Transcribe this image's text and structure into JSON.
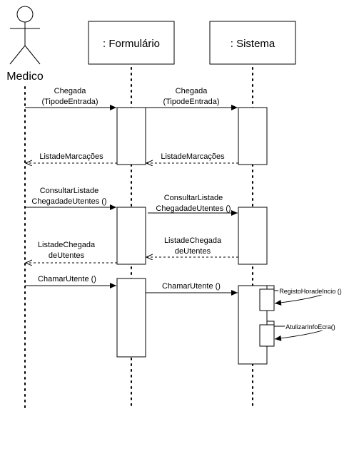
{
  "participants": {
    "actor": "Medico",
    "form": ": Formulário",
    "system": ": Sistema"
  },
  "messages": {
    "m1_l1": "Chegada",
    "m1_l2": "(TipodeEntrada)",
    "m2_l1": "Chegada",
    "m2_l2": "(TipodeEntrada)",
    "r1": "ListadeMarcações",
    "r2": "ListadeMarcações",
    "m3_l1": "ConsultarListade",
    "m3_l2": "ChegadadeUtentes ()",
    "m4_l1": "ConsultarListade",
    "m4_l2": "ChegadadeUtentes ()",
    "r3_l1": "ListadeChegada",
    "r3_l2": "deUtentes",
    "r4_l1": "ListadeChegada",
    "r4_l2": "deUtentes",
    "m5": "ChamarUtente ()",
    "m6": "ChamarUtente ()",
    "self1": "RegistoHoradeIncio ()",
    "self2": "AtulizarInfoEcra()"
  }
}
